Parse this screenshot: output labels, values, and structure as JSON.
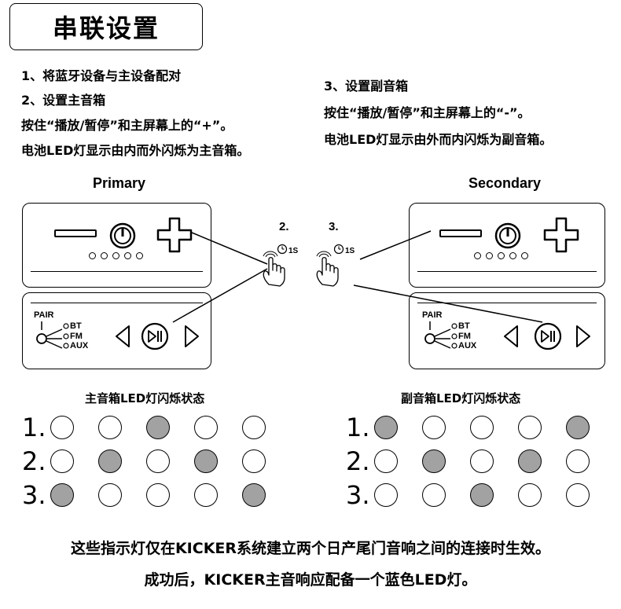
{
  "title": "串联设置",
  "instructions_left": [
    "1、将蓝牙设备与主设备配对",
    "2、设置主音箱",
    "按住“播放/暂停”和主屏幕上的“+”。",
    "电池LED灯显示由内而外闪烁为主音箱。"
  ],
  "instructions_right": [
    "3、设置副音箱",
    "按住“播放/暂停”和主屏幕上的“-”。",
    "电池LED灯显示由外而内闪烁为副音箱。"
  ],
  "primary": {
    "label": "Primary",
    "mode_labels": {
      "pair": "PAIR",
      "bt": "BT",
      "fm": "FM",
      "aux": "AUX"
    }
  },
  "secondary": {
    "label": "Secondary",
    "mode_labels": {
      "pair": "PAIR",
      "bt": "BT",
      "fm": "FM",
      "aux": "AUX"
    }
  },
  "steps": {
    "step2": {
      "number": "2.",
      "duration": "1S"
    },
    "step3": {
      "number": "3.",
      "duration": "1S"
    }
  },
  "icons": {
    "minus": "minus-icon",
    "plus": "plus-icon",
    "power": "power-icon",
    "prev": "triangle-left-icon",
    "playpause": "play-pause-icon",
    "next": "triangle-right-icon",
    "hand": "hand-press-icon",
    "clock": "clock-icon"
  },
  "led_status": {
    "primary": {
      "title": "主音箱LED灯闪烁状态",
      "rows": [
        {
          "label": "1.",
          "leds": [
            false,
            false,
            true,
            false,
            false
          ]
        },
        {
          "label": "2.",
          "leds": [
            false,
            true,
            false,
            true,
            false
          ]
        },
        {
          "label": "3.",
          "leds": [
            true,
            false,
            false,
            false,
            true
          ]
        }
      ]
    },
    "secondary": {
      "title": "副音箱LED灯闪烁状态",
      "rows": [
        {
          "label": "1.",
          "leds": [
            true,
            false,
            false,
            false,
            true
          ]
        },
        {
          "label": "2.",
          "leds": [
            false,
            true,
            false,
            true,
            false
          ]
        },
        {
          "label": "3.",
          "leds": [
            false,
            false,
            true,
            false,
            false
          ]
        }
      ]
    }
  },
  "colors": {
    "led_on": "#a2a2a2",
    "led_off": "#ffffff"
  },
  "footer": [
    "这些指示灯仅在KICKER系统建立两个日产尾门音响之间的连接时生效。",
    "成功后，KICKER主音响应配备一个蓝色LED灯。"
  ]
}
